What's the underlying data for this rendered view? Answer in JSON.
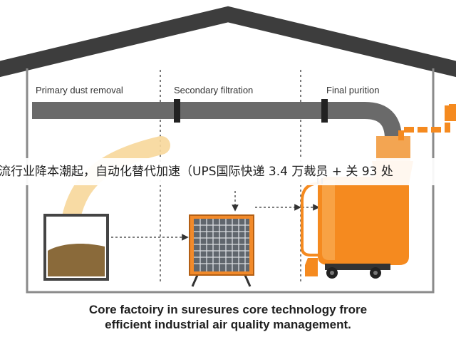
{
  "diagram": {
    "stages": [
      {
        "id": "primary",
        "label": "Primary dust removal"
      },
      {
        "id": "secondary",
        "label": "Secondary filtration"
      },
      {
        "id": "final",
        "label": "Final purition"
      }
    ],
    "caption": {
      "line1": "Core factoiry in suresures core technology frore",
      "line2": "efficient industrial air quality management."
    }
  },
  "ticker": {
    "text": "流行业降本潮起，自动化替代加速（UPS国际快递 3.4 万裁员 + 关 93 处"
  },
  "colors": {
    "roof": "#3d3d3d",
    "pipe": "#6a6a6a",
    "accent": "#f58a1f",
    "airflow": "#f7d79a",
    "dust": "#8a6a3a"
  }
}
